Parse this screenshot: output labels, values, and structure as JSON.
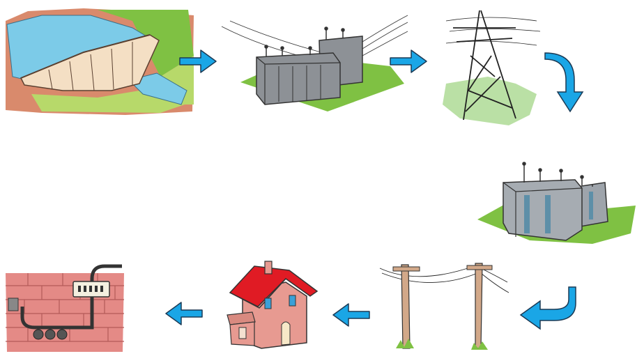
{
  "diagram": {
    "steps": [
      {
        "id": "dam",
        "icon": "hydro-dam-icon"
      },
      {
        "id": "step-up-substation",
        "icon": "substation-icon"
      },
      {
        "id": "transmission-tower",
        "icon": "transmission-tower-icon"
      },
      {
        "id": "step-down-transformer",
        "icon": "transformer-icon"
      },
      {
        "id": "distribution-poles",
        "icon": "utility-pole-icon"
      },
      {
        "id": "house",
        "icon": "house-icon"
      },
      {
        "id": "electric-meter",
        "icon": "electric-meter-icon"
      }
    ],
    "arrows": [
      "right",
      "right",
      "curved-down",
      "curved-down-left",
      "left",
      "left"
    ]
  },
  "colors": {
    "arrow": "#1aa6e6",
    "water": "#7ccbe8",
    "grass": "#7fc143",
    "earth": "#d98a6c",
    "roof": "#e01b24",
    "house_wall": "#e79a91",
    "brick": "#e48a86",
    "equipment": "#8d9196"
  }
}
